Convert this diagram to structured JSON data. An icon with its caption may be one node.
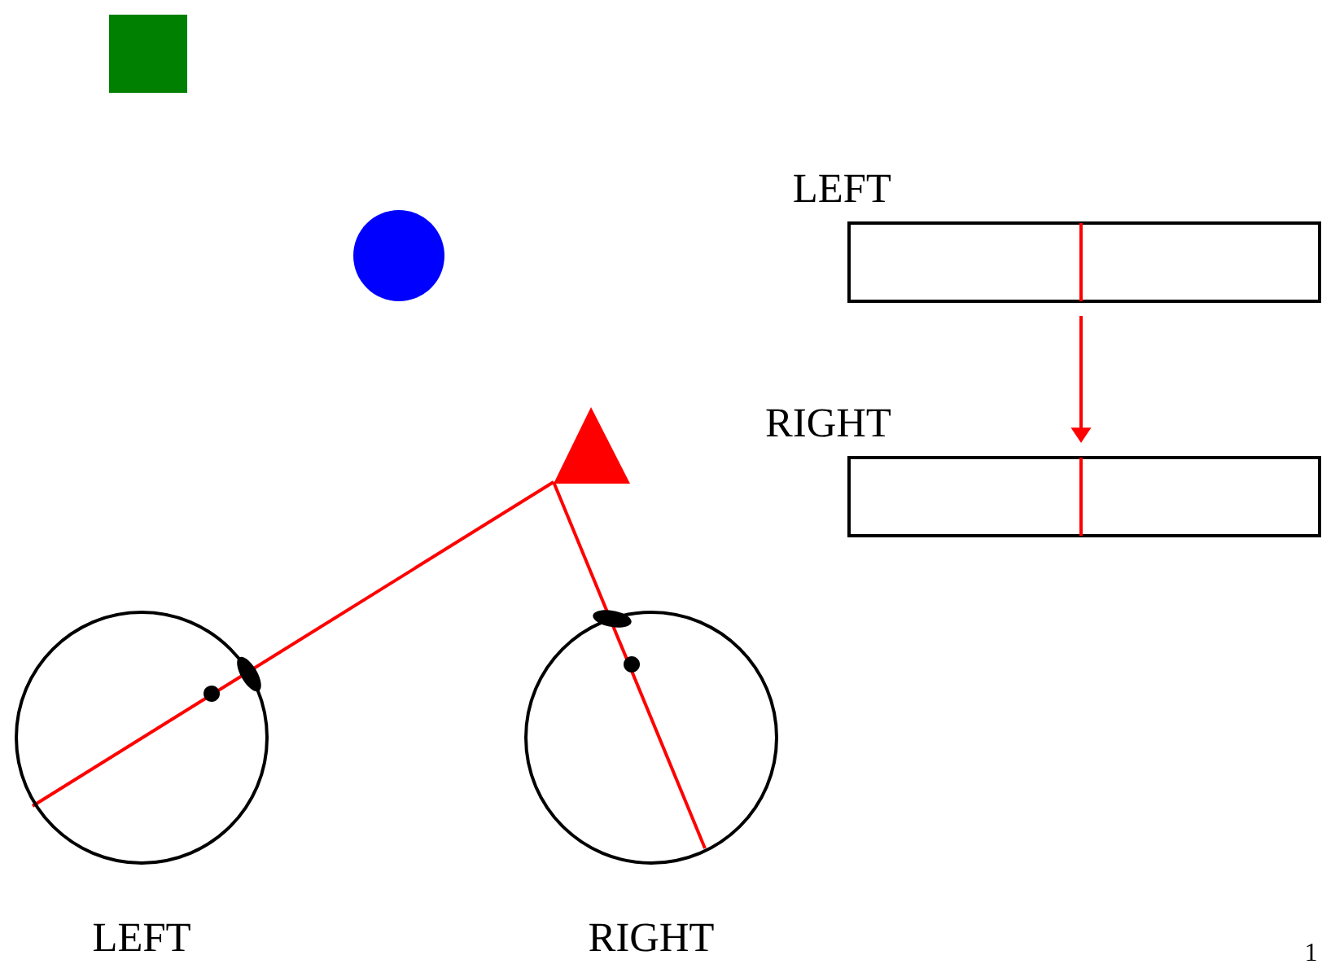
{
  "diagram": {
    "nodes": [
      {
        "text": [
          "LEFT"
        ]
      },
      {
        "text": [
          "RIGHT"
        ]
      },
      {
        "text": [
          "LEFT"
        ]
      },
      {
        "text": [
          "RIGHT"
        ]
      }
    ],
    "edges": [
      {
        "from": 2,
        "to": 3,
        "arrow": "to",
        "color": "#ff0000"
      }
    ],
    "labels": [
      "1"
    ]
  }
}
